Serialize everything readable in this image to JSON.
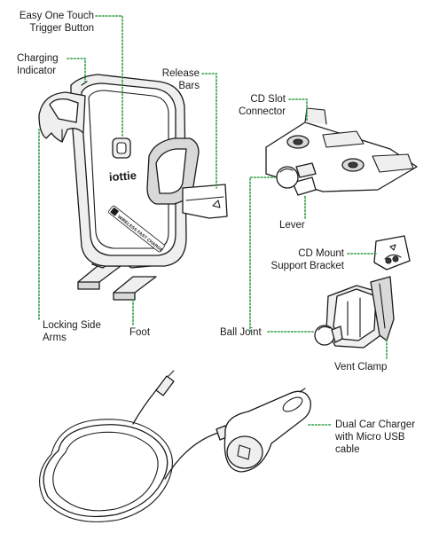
{
  "labels": {
    "trigger_button": [
      "Easy One Touch",
      "Trigger Button"
    ],
    "charging_indicator": [
      "Charging",
      "Indicator"
    ],
    "release_bars": [
      "Release",
      "Bars"
    ],
    "cd_slot_connector": [
      "CD Slot",
      "Connector"
    ],
    "lever": "Lever",
    "cd_mount_bracket": [
      "CD Mount",
      "Support Bracket"
    ],
    "locking_side_arms": [
      "Locking Side",
      "Arms"
    ],
    "foot": "Foot",
    "ball_joint": "Ball Joint",
    "vent_clamp": "Vent Clamp",
    "dual_car_charger": [
      "Dual Car Charger",
      "with Micro USB",
      "cable"
    ]
  },
  "device": {
    "brand": "iottie",
    "pad_text": "WIRELESS FAST CHARGE"
  },
  "colors": {
    "leader": "#2e9e43",
    "outline": "#1a1a1a"
  }
}
